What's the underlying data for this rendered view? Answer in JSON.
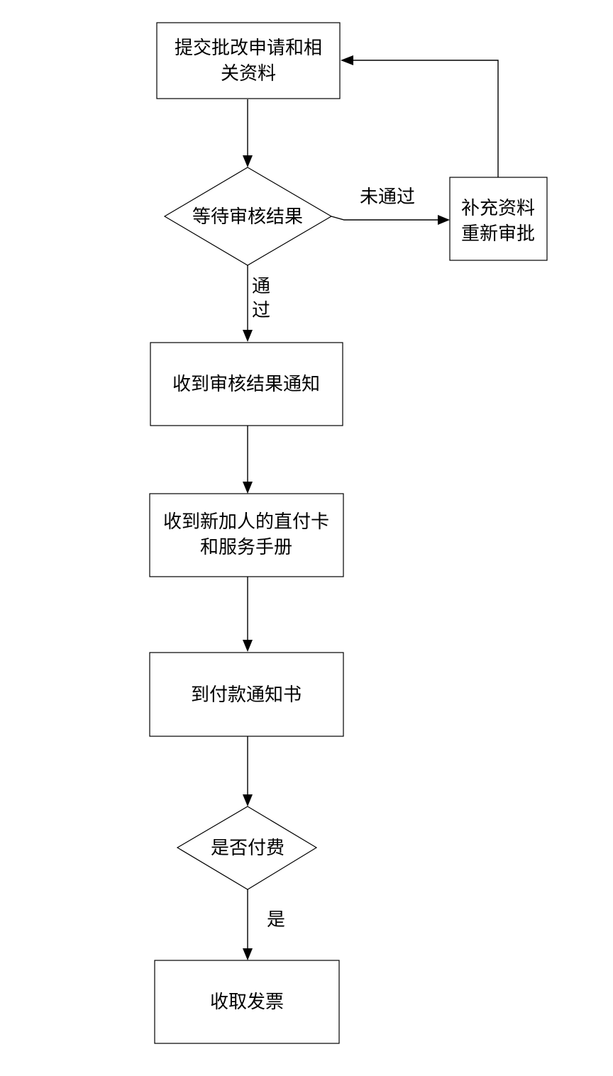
{
  "nodes": {
    "submit": {
      "lines": [
        "提交批改申请和相",
        "关资料"
      ]
    },
    "wait_review": {
      "lines": [
        "等待审核结果"
      ]
    },
    "resubmit": {
      "lines": [
        "补充资料",
        "重新审批"
      ]
    },
    "notify": {
      "lines": [
        "收到审核结果通知"
      ]
    },
    "card": {
      "lines": [
        "收到新加人的直付卡",
        "和服务手册"
      ]
    },
    "payment_notice": {
      "lines": [
        "到付款通知书"
      ]
    },
    "paid": {
      "lines": [
        "是否付费"
      ]
    },
    "invoice": {
      "lines": [
        "收取发票"
      ]
    }
  },
  "edges": {
    "not_passed": "未通过",
    "passed": [
      "通",
      "过"
    ],
    "yes": "是"
  },
  "colors": {
    "stroke": "#000000",
    "fill": "#ffffff",
    "text": "#000000"
  }
}
